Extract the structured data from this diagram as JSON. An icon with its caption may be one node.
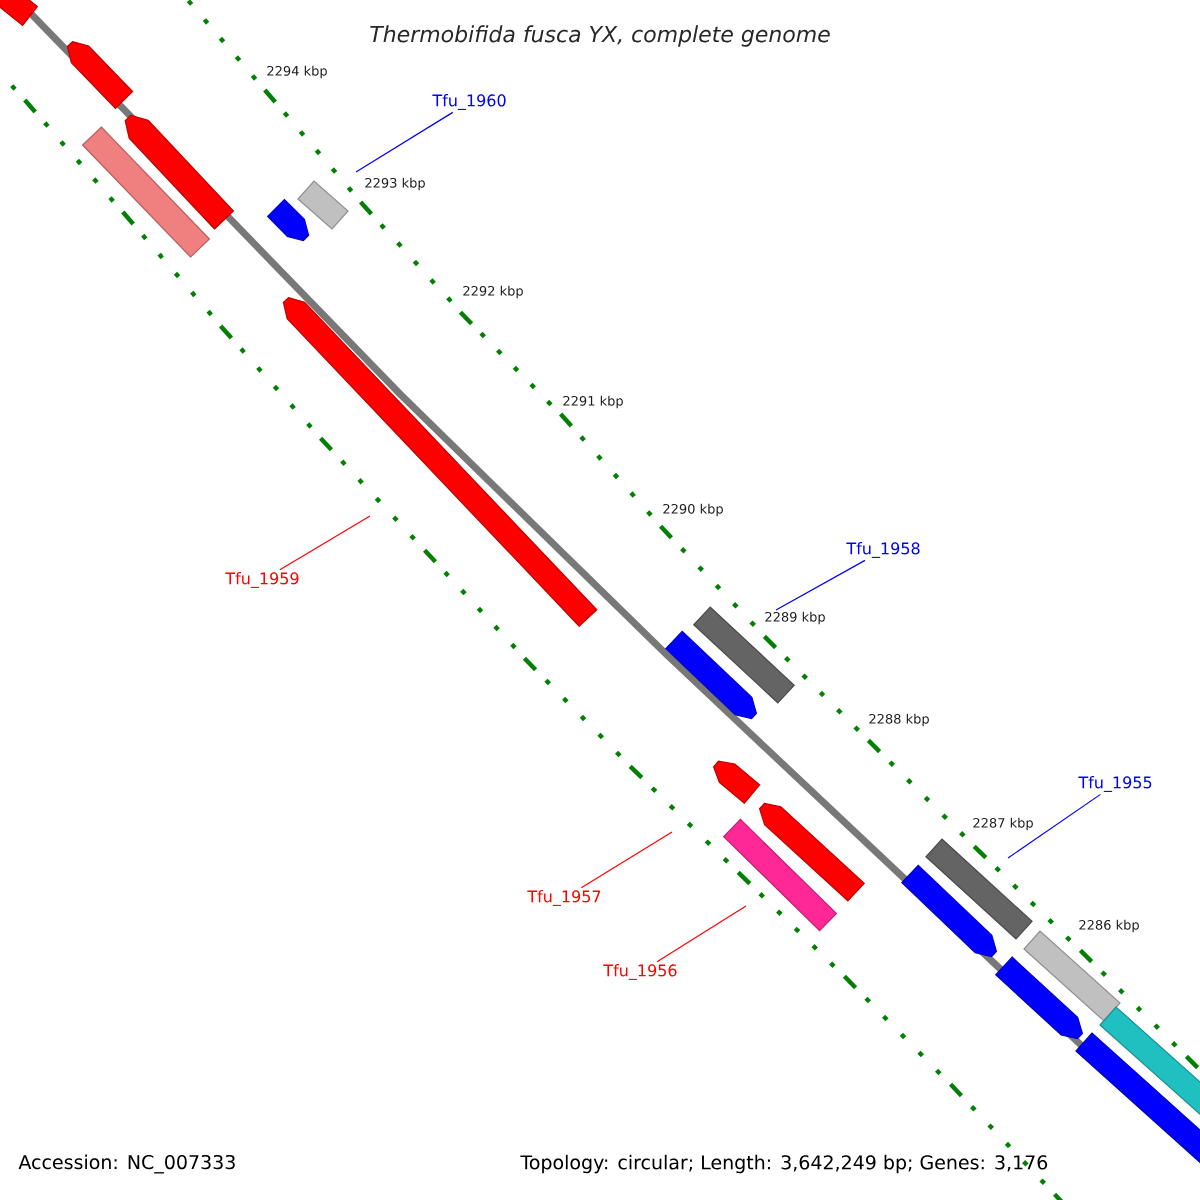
{
  "diagram": {
    "title": "Thermobifida fusca YX, complete genome",
    "nodes": [
      {
        "text": [
          "Tfu_1960"
        ]
      },
      {
        "text": [
          "Tfu_1958"
        ]
      },
      {
        "text": [
          "Tfu_1955"
        ]
      },
      {
        "text": [
          "Tfu_1959"
        ]
      },
      {
        "text": [
          "Tfu_1957"
        ]
      },
      {
        "text": [
          "Tfu_1956"
        ]
      },
      {
        "text": [],
        "shape": "box"
      },
      {
        "text": [],
        "shape": "box"
      },
      {
        "text": [],
        "shape": "box"
      }
    ],
    "edges": [
      {
        "from": 0,
        "to": 6,
        "arrow": "none",
        "color": "#0000ff"
      },
      {
        "from": 1,
        "to": 7,
        "arrow": "none",
        "color": "#0000ff"
      },
      {
        "from": 2,
        "to": 8,
        "arrow": "none",
        "color": "#0000ff"
      },
      {
        "from": 3,
        "to": null,
        "arrow": "none",
        "color": "#ff0000"
      },
      {
        "from": 4,
        "to": null,
        "arrow": "none",
        "color": "#ff0000"
      },
      {
        "from": 5,
        "to": null,
        "arrow": "none",
        "color": "#ff0000"
      }
    ],
    "labels": [
      "2294 kbp",
      "2293 kbp",
      "2292 kbp",
      "2291 kbp",
      "2290 kbp",
      "2289 kbp",
      "2288 kbp",
      "2287 kbp",
      "2286 kbp",
      "Accession: NC_007333",
      "Topology: circular; Length: 3,642,249 bp; Genes: 3,176"
    ]
  }
}
